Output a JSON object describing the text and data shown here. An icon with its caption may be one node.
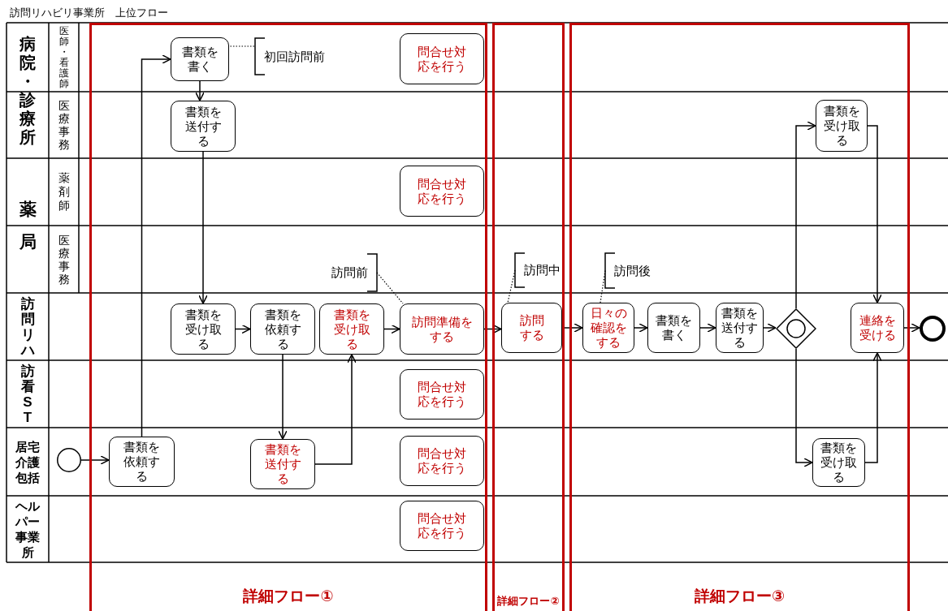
{
  "diagram": {
    "title": "訪問リハビリ事業所　上位フロー",
    "nodes": [
      {
        "text": [
          "詳細フロー①"
        ]
      },
      {
        "text": [
          "書類を書く"
        ],
        "in": 0
      },
      {
        "text": [
          "初回訪問前"
        ],
        "in": 0
      },
      {
        "text": [
          "問合せ対応を行う"
        ],
        "in": 0
      },
      {
        "text": [
          "書類を送付する"
        ],
        "in": 0
      },
      {
        "text": [
          "問合せ対応を行う"
        ],
        "in": 0
      },
      {
        "text": [
          "訪問前"
        ],
        "in": 0
      },
      {
        "text": [
          "書類を受け取る"
        ],
        "in": 0
      },
      {
        "text": [
          "書類を依頼する"
        ],
        "in": 0
      },
      {
        "text": [
          "書類を受け取る"
        ],
        "in": 0
      },
      {
        "text": [
          "訪問準備をする"
        ],
        "in": 0
      },
      {
        "text": [
          "問合せ対応を行う"
        ],
        "in": 0
      },
      {
        "text": [],
        "shape": "circle"
      },
      {
        "text": [
          "書類を依頼する"
        ],
        "in": 0
      },
      {
        "text": [
          "書類を送付する"
        ],
        "in": 0
      },
      {
        "text": [
          "問合せ対応を行う"
        ],
        "in": 0
      },
      {
        "text": [
          "問合せ対応を行う"
        ],
        "in": 0
      },
      {
        "text": [
          "詳細フロー②"
        ]
      },
      {
        "text": [
          "訪問中"
        ],
        "in": 17
      },
      {
        "text": [
          "訪問する"
        ],
        "in": 17
      },
      {
        "text": [
          "詳細フロー③"
        ]
      },
      {
        "text": [
          "書類を受け取る"
        ],
        "in": 20
      },
      {
        "text": [
          "訪問後"
        ],
        "in": 20
      },
      {
        "text": [
          "日々の確認をする"
        ],
        "in": 20
      },
      {
        "text": [
          "書類を書く"
        ],
        "in": 20
      },
      {
        "text": [
          "書類を送付する"
        ],
        "in": 20
      },
      {
        "text": [],
        "shape": "diamond",
        "in": 20
      },
      {
        "text": [
          "連絡を受ける"
        ],
        "in": 20
      },
      {
        "text": [
          "書類を受け取る"
        ],
        "in": 20
      },
      {
        "text": [],
        "shape": "circle"
      }
    ],
    "edges": [
      {
        "from": 12,
        "to": 13,
        "arrow": "to"
      },
      {
        "from": 13,
        "to": 1,
        "arrow": "to"
      },
      {
        "from": 1,
        "to": 4,
        "arrow": "to"
      },
      {
        "from": 4,
        "to": 7,
        "arrow": "to"
      },
      {
        "from": 7,
        "to": 8,
        "arrow": "to"
      },
      {
        "from": 8,
        "to": 14,
        "arrow": "to"
      },
      {
        "from": 14,
        "to": 9,
        "arrow": "to"
      },
      {
        "from": 9,
        "to": 10,
        "arrow": "to"
      },
      {
        "from": 10,
        "to": 19,
        "arrow": "to"
      },
      {
        "from": 19,
        "to": 23,
        "arrow": "to"
      },
      {
        "from": 23,
        "to": 24,
        "arrow": "to"
      },
      {
        "from": 24,
        "to": 25,
        "arrow": "to"
      },
      {
        "from": 25,
        "to": 26,
        "arrow": "to"
      },
      {
        "from": 26,
        "to": 21,
        "arrow": "to"
      },
      {
        "from": 26,
        "to": 28,
        "arrow": "to"
      },
      {
        "from": 21,
        "to": 27,
        "arrow": "to"
      },
      {
        "from": 28,
        "to": 27,
        "arrow": "to"
      },
      {
        "from": 27,
        "to": 29,
        "arrow": "to"
      },
      {
        "from": 2,
        "to": 1,
        "arrow": "none",
        "style": "dashed"
      },
      {
        "from": 6,
        "to": 10,
        "arrow": "none",
        "style": "dashed"
      },
      {
        "from": 18,
        "to": 19,
        "arrow": "none",
        "style": "dashed"
      },
      {
        "from": 22,
        "to": 23,
        "arrow": "none",
        "style": "dashed"
      }
    ],
    "labels": [
      "病院・診療所",
      "医師・看護師",
      "医療事務",
      "薬局",
      "薬剤師",
      "医療事務",
      "訪問リハ",
      "訪看ST",
      "居宅介護包括",
      "ヘルパー事業所"
    ]
  }
}
